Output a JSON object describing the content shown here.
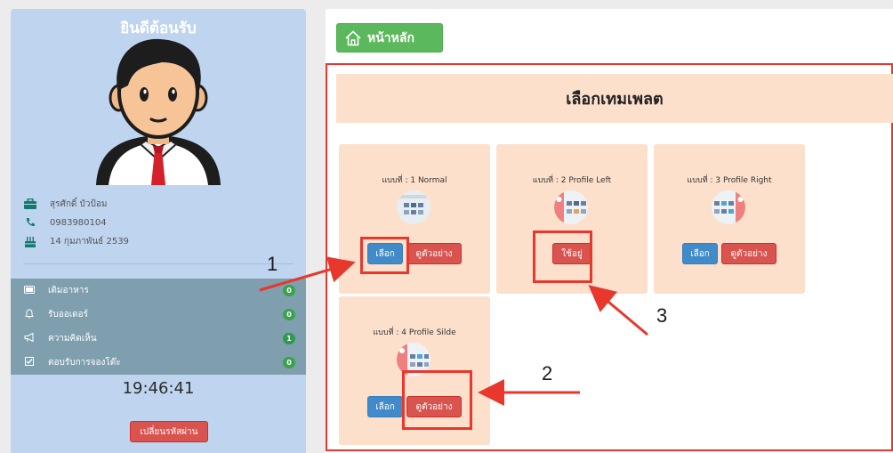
{
  "sidebar": {
    "welcome": "ยินดีต้อนรับ",
    "info": [
      {
        "icon": "briefcase-icon",
        "text": "สุรศักดิ์ บัวป้อม"
      },
      {
        "icon": "phone-icon",
        "text": "0983980104"
      },
      {
        "icon": "birthday-cake-icon",
        "text": "14 กุมภาพันธ์ 2539"
      }
    ],
    "menu": [
      {
        "icon": "card-icon",
        "label": "เติมอาหาร",
        "badge": "0"
      },
      {
        "icon": "bell-icon",
        "label": "รับออเดอร์",
        "badge": "0"
      },
      {
        "icon": "megaphone-icon",
        "label": "ความคิดเห็น",
        "badge": "1"
      },
      {
        "icon": "checkbox-icon",
        "label": "ตอบรับการจองโต๊ะ",
        "badge": "0"
      }
    ],
    "clock": "19:46:41",
    "change_password": "เปลี่ยนรหัสผ่าน"
  },
  "main": {
    "home": "หน้าหลัก",
    "heading": "เลือกเทมเพลต",
    "cards": [
      {
        "title": "แบบที่ : 1 Normal",
        "buttons": [
          "เลือก",
          "ดูตัวอย่าง"
        ]
      },
      {
        "title": "แบบที่ : 2 Profile Left",
        "buttons": [
          "ใช้อยู่"
        ]
      },
      {
        "title": "แบบที่ : 3 Profile Right",
        "buttons": [
          "เลือก",
          "ดูตัวอย่าง"
        ]
      },
      {
        "title": "แบบที่ : 4 Profile Silde",
        "buttons": [
          "เลือก",
          "ดูตัวอย่าง"
        ]
      }
    ]
  },
  "annotations": [
    "1",
    "2",
    "3"
  ],
  "colors": {
    "accent_red": "#e8372d",
    "sidebar_bg": "#bfd4ef",
    "card_bg": "#fde0cc",
    "menu_bg": "#7f9fae"
  }
}
